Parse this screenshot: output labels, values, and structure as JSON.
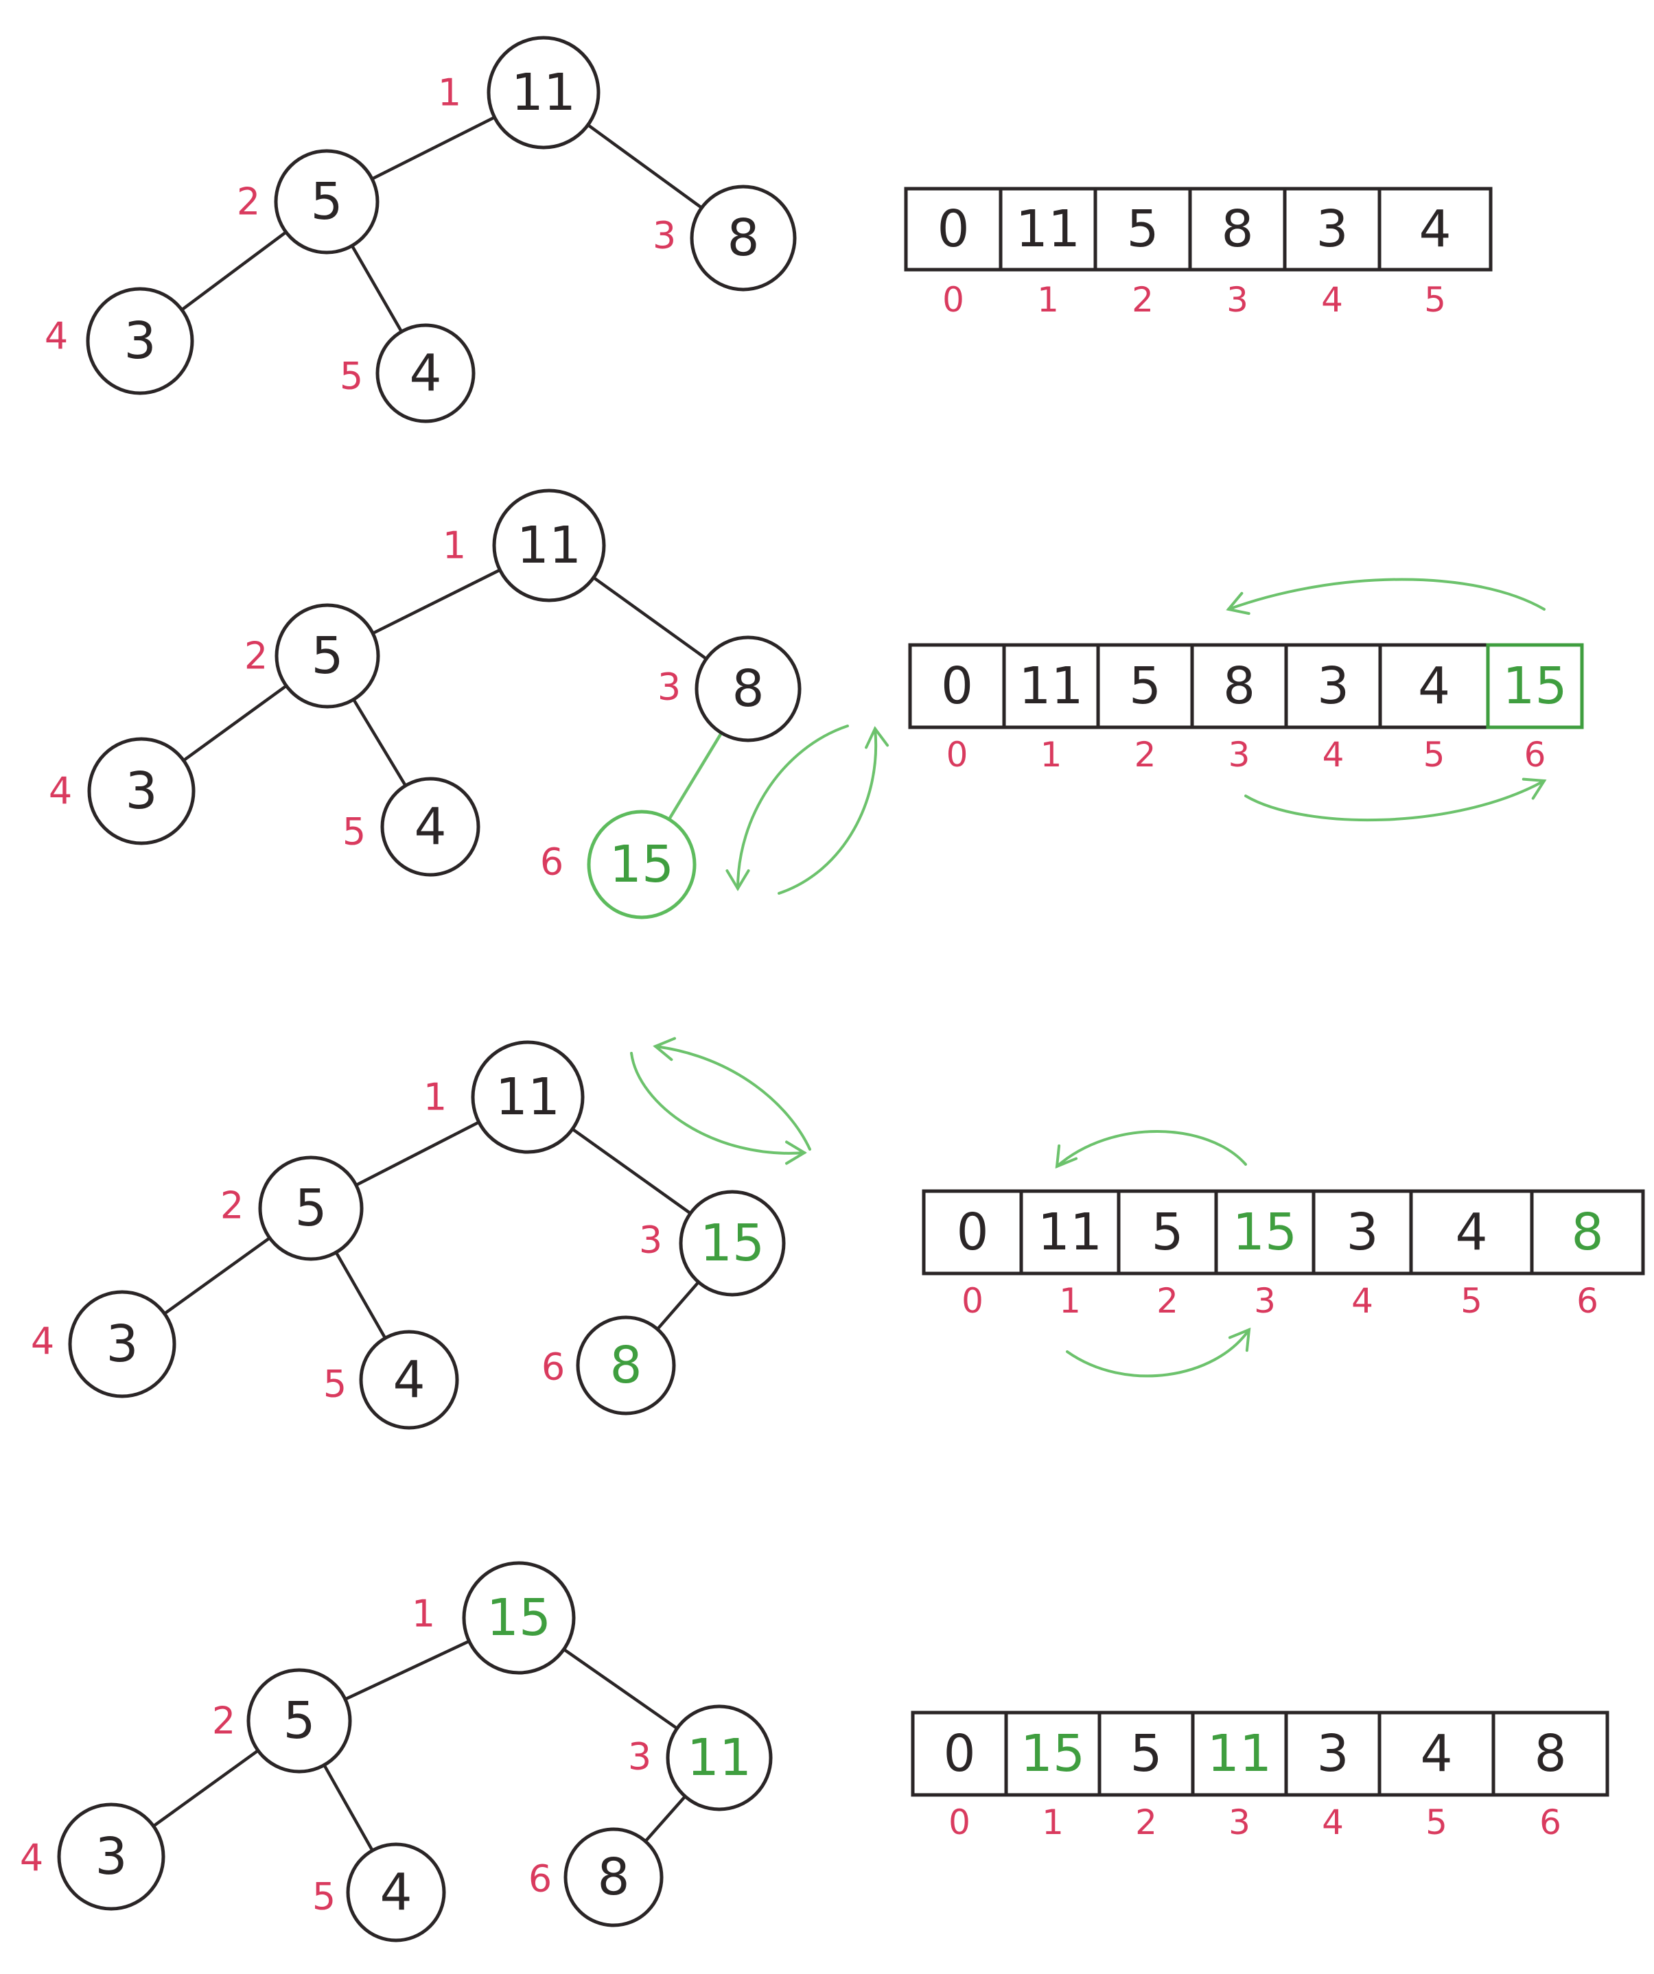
{
  "colors": {
    "ink": "#2a2526",
    "index_pink": "#d93a5e",
    "highlight_green": "#3f9e3f",
    "arrow_green": "#6cc26c"
  },
  "steps": [
    {
      "tree": {
        "nodes": [
          {
            "id": 1,
            "value": "11",
            "label": "1",
            "highlight": false
          },
          {
            "id": 2,
            "value": "5",
            "label": "2",
            "highlight": false
          },
          {
            "id": 3,
            "value": "8",
            "label": "3",
            "highlight": false
          },
          {
            "id": 4,
            "value": "3",
            "label": "4",
            "highlight": false
          },
          {
            "id": 5,
            "value": "4",
            "label": "5",
            "highlight": false
          }
        ]
      },
      "array": {
        "cells": [
          {
            "value": "0",
            "index": "0",
            "highlight": false
          },
          {
            "value": "11",
            "index": "1",
            "highlight": false
          },
          {
            "value": "5",
            "index": "2",
            "highlight": false
          },
          {
            "value": "8",
            "index": "3",
            "highlight": false
          },
          {
            "value": "3",
            "index": "4",
            "highlight": false
          },
          {
            "value": "4",
            "index": "5",
            "highlight": false
          }
        ]
      }
    },
    {
      "tree": {
        "nodes": [
          {
            "id": 1,
            "value": "11",
            "label": "1",
            "highlight": false
          },
          {
            "id": 2,
            "value": "5",
            "label": "2",
            "highlight": false
          },
          {
            "id": 3,
            "value": "8",
            "label": "3",
            "highlight": false
          },
          {
            "id": 4,
            "value": "3",
            "label": "4",
            "highlight": false
          },
          {
            "id": 5,
            "value": "4",
            "label": "5",
            "highlight": false
          },
          {
            "id": 6,
            "value": "15",
            "label": "6",
            "highlight": true
          }
        ]
      },
      "array": {
        "cells": [
          {
            "value": "0",
            "index": "0",
            "highlight": false
          },
          {
            "value": "11",
            "index": "1",
            "highlight": false
          },
          {
            "value": "5",
            "index": "2",
            "highlight": false
          },
          {
            "value": "8",
            "index": "3",
            "highlight": false
          },
          {
            "value": "3",
            "index": "4",
            "highlight": false
          },
          {
            "value": "4",
            "index": "5",
            "highlight": false
          },
          {
            "value": "15",
            "index": "6",
            "highlight": true
          }
        ]
      }
    },
    {
      "tree": {
        "nodes": [
          {
            "id": 1,
            "value": "11",
            "label": "1",
            "highlight": false
          },
          {
            "id": 2,
            "value": "5",
            "label": "2",
            "highlight": false
          },
          {
            "id": 3,
            "value": "15",
            "label": "3",
            "highlight": true
          },
          {
            "id": 4,
            "value": "3",
            "label": "4",
            "highlight": false
          },
          {
            "id": 5,
            "value": "4",
            "label": "5",
            "highlight": false
          },
          {
            "id": 6,
            "value": "8",
            "label": "6",
            "highlight": true
          }
        ]
      },
      "array": {
        "cells": [
          {
            "value": "0",
            "index": "0",
            "highlight": false
          },
          {
            "value": "11",
            "index": "1",
            "highlight": false
          },
          {
            "value": "5",
            "index": "2",
            "highlight": false
          },
          {
            "value": "15",
            "index": "3",
            "highlight": true
          },
          {
            "value": "3",
            "index": "4",
            "highlight": false
          },
          {
            "value": "4",
            "index": "5",
            "highlight": false
          },
          {
            "value": "8",
            "index": "6",
            "highlight": true
          }
        ]
      }
    },
    {
      "tree": {
        "nodes": [
          {
            "id": 1,
            "value": "15",
            "label": "1",
            "highlight": true
          },
          {
            "id": 2,
            "value": "5",
            "label": "2",
            "highlight": false
          },
          {
            "id": 3,
            "value": "11",
            "label": "3",
            "highlight": true
          },
          {
            "id": 4,
            "value": "3",
            "label": "4",
            "highlight": false
          },
          {
            "id": 5,
            "value": "4",
            "label": "5",
            "highlight": false
          },
          {
            "id": 6,
            "value": "8",
            "label": "6",
            "highlight": false
          }
        ]
      },
      "array": {
        "cells": [
          {
            "value": "0",
            "index": "0",
            "highlight": false
          },
          {
            "value": "15",
            "index": "1",
            "highlight": true
          },
          {
            "value": "5",
            "index": "2",
            "highlight": false
          },
          {
            "value": "11",
            "index": "3",
            "highlight": true
          },
          {
            "value": "3",
            "index": "4",
            "highlight": false
          },
          {
            "value": "4",
            "index": "5",
            "highlight": false
          },
          {
            "value": "8",
            "index": "6",
            "highlight": false
          }
        ]
      }
    }
  ]
}
